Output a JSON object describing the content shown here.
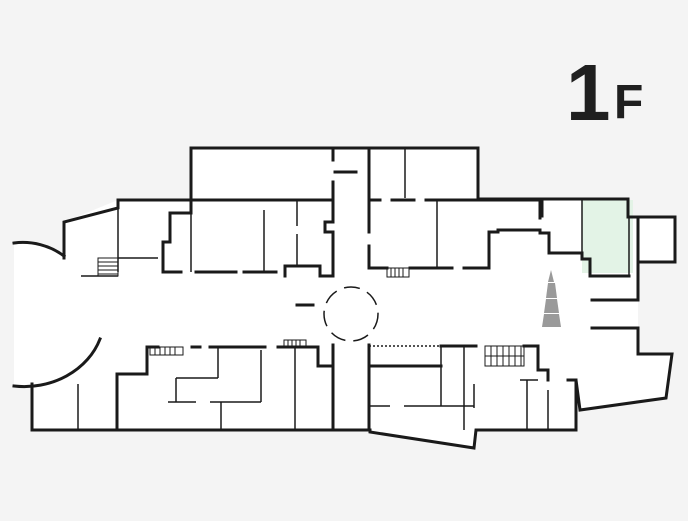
{
  "floor": {
    "number": "1",
    "suffix": "F"
  },
  "colors": {
    "background": "#f4f4f4",
    "floor_fill": "#ffffff",
    "wall": "#1a1a1a",
    "highlight": "#e3f3e6",
    "tower_icon": "#9a9a9a"
  },
  "icons": {
    "tower": "tower-icon",
    "stairs": "stairs-icon",
    "rotunda": "rotunda-circle"
  }
}
